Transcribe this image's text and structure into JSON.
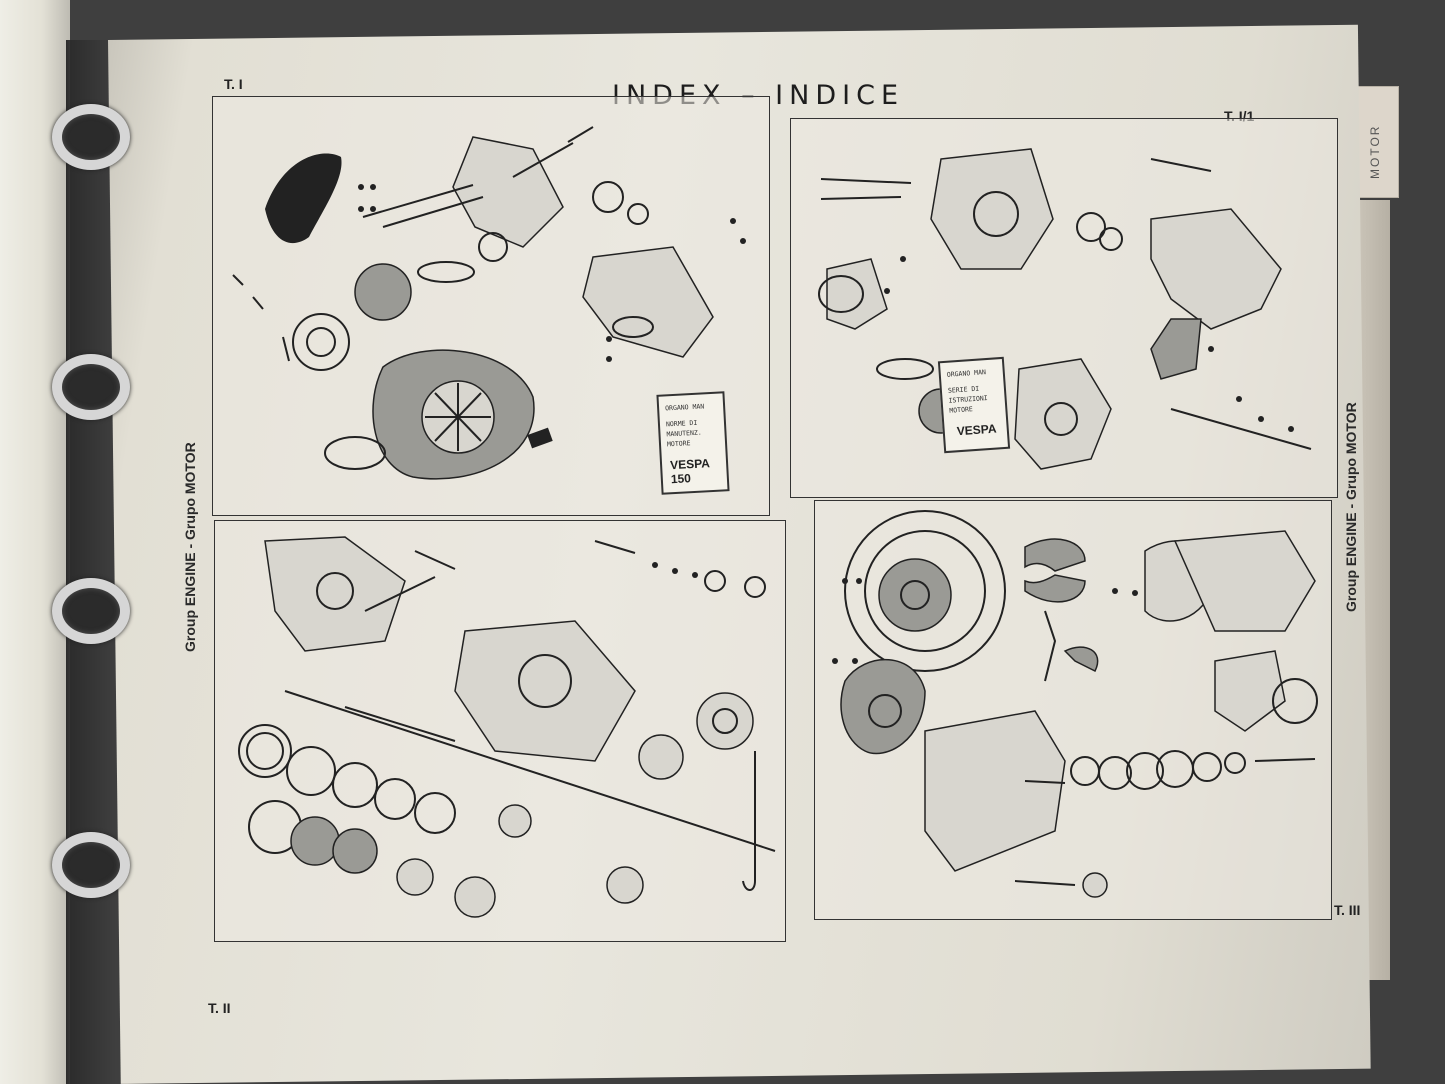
{
  "page": {
    "title": "INDEX – INDICE",
    "side_label_left": "Group ENGINE - Grupo MOTOR",
    "side_label_right": "Group ENGINE - Grupo MOTOR",
    "side_tab": "MOTOR"
  },
  "plates": [
    {
      "ref": "T. I"
    },
    {
      "ref": "T. I/1"
    },
    {
      "ref": "T. II"
    },
    {
      "ref": "T. III"
    }
  ],
  "tags": [
    {
      "vespa": "VESPA 150"
    },
    {
      "vespa": "VESPA"
    }
  ],
  "colors": {
    "ink": "#222222",
    "paper": "#e8e6dd"
  }
}
